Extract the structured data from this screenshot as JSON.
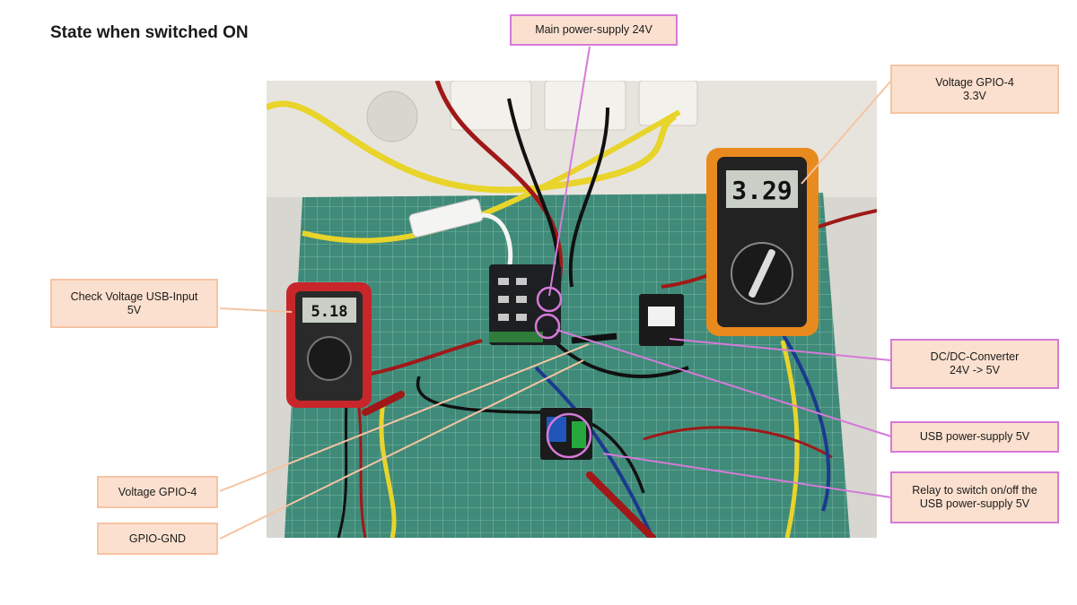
{
  "title": "State when switched ON",
  "multimeter_right_display": "3.29",
  "multimeter_left_display": "5.18",
  "colors": {
    "orange_leader": "#f6c4a3",
    "purple_leader": "#d57ad8",
    "mat_green": "#3f8a78",
    "multimeter_orange": "#e98a1f",
    "multimeter_red": "#c8262a",
    "cable_yellow": "#e8d42a"
  },
  "labels": {
    "main_power": "Main power-supply 24V",
    "voltage_gpio4_right": "Voltage GPIO-4\n3.3V",
    "check_usb": "Check Voltage USB-Input\n5V",
    "dcdc": "DC/DC-Converter\n24V -> 5V",
    "usb_supply": "USB power-supply 5V",
    "relay": "Relay to switch on/off the\nUSB power-supply 5V",
    "voltage_gpio4_left": "Voltage GPIO-4",
    "gpio_gnd": "GPIO-GND"
  }
}
